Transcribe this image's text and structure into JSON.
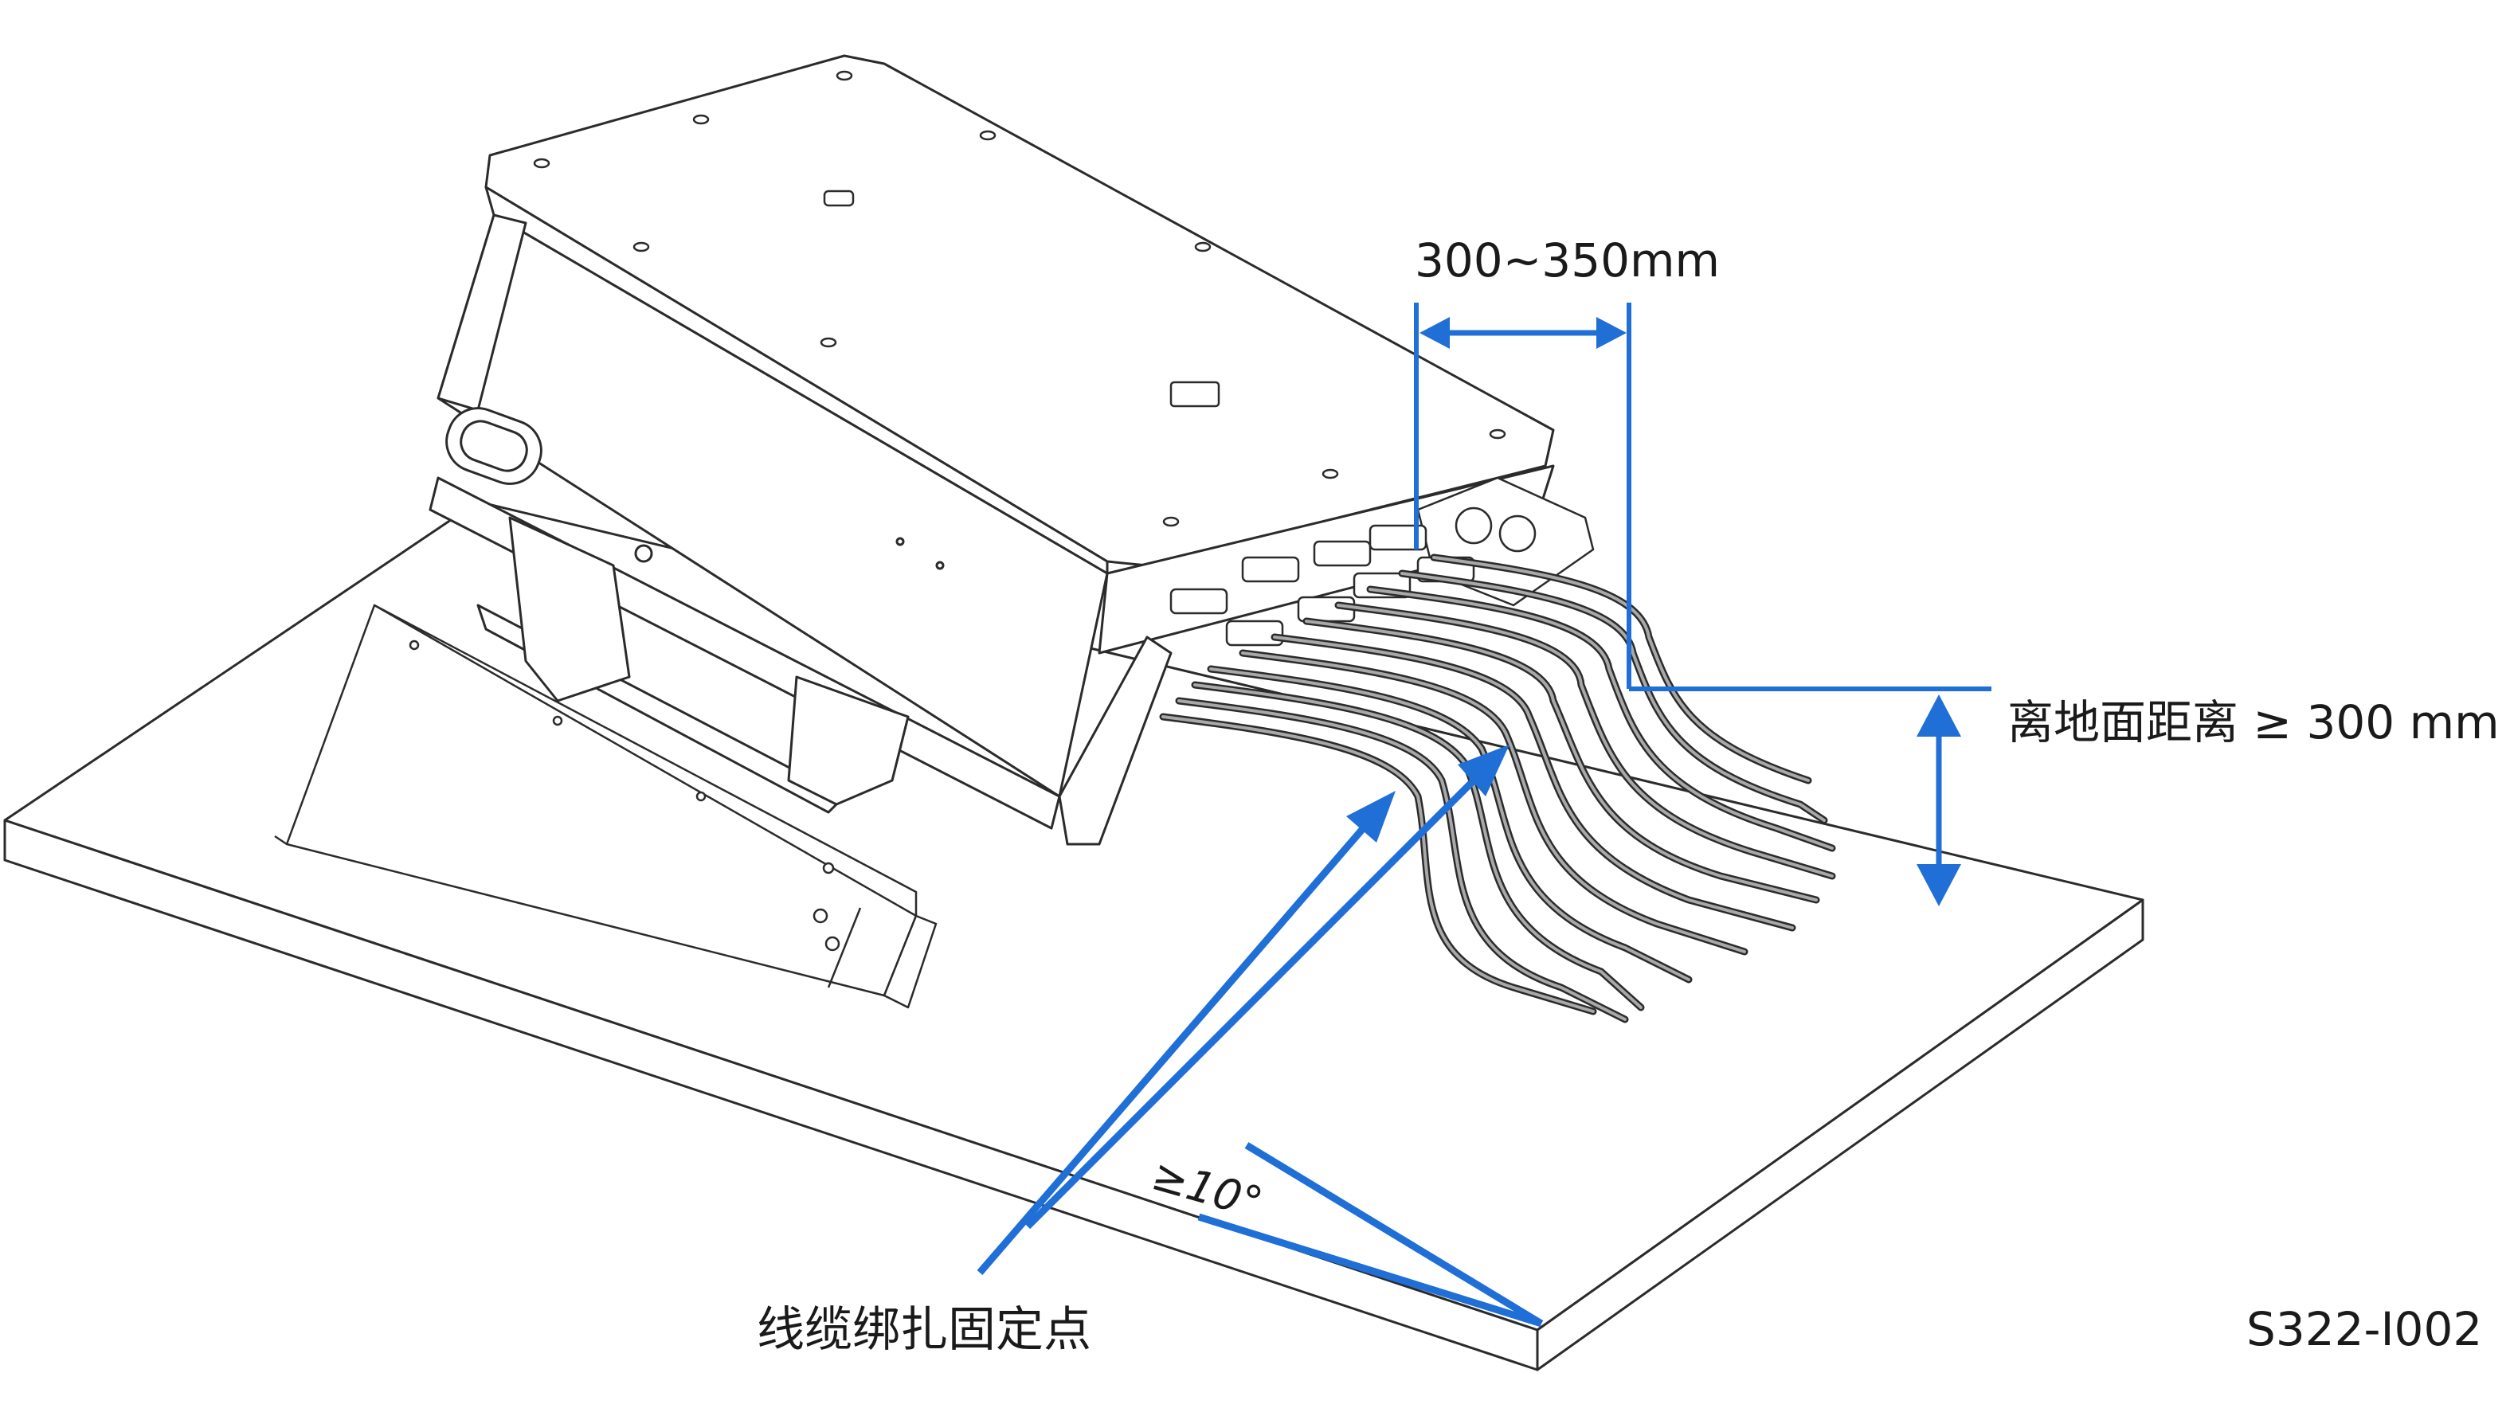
{
  "labels": {
    "width_range": "300~350mm",
    "ground_clearance": "离地面距离 ≥ 300 mm",
    "angle": "≥10°",
    "tie_point": "线缆绑扎固定点",
    "figure_id": "S322-I002"
  },
  "colors": {
    "annotation": "#1f6fd6",
    "linework": "#2b2b2b",
    "cable_fill": "#9a9a9a",
    "background": "#ffffff"
  }
}
